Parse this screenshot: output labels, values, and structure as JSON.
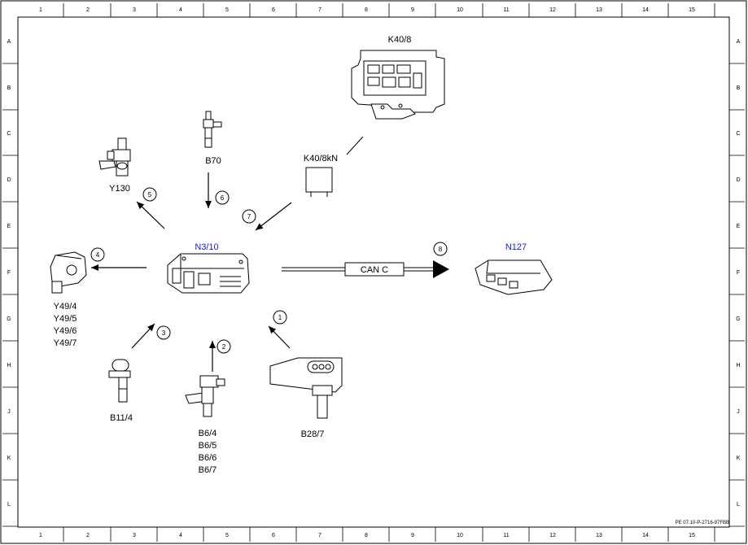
{
  "grid": {
    "columns": [
      "1",
      "2",
      "3",
      "4",
      "5",
      "6",
      "7",
      "8",
      "9",
      "10",
      "11",
      "12",
      "13",
      "14",
      "15"
    ],
    "rows": [
      "A",
      "B",
      "C",
      "D",
      "E",
      "F",
      "G",
      "H",
      "J",
      "K",
      "L"
    ]
  },
  "components": {
    "ecu": "N3/10",
    "gateway": "N127",
    "relay_module": "K40/8",
    "relay": "K40/8kN",
    "sensor_b70": "B70",
    "valve_y130": "Y130",
    "actuators_y49": [
      "Y49/4",
      "Y49/5",
      "Y49/6",
      "Y49/7"
    ],
    "sensor_b11": "B11/4",
    "sensors_b6": [
      "B6/4",
      "B6/5",
      "B6/6",
      "B6/7"
    ],
    "sensor_b28": "B28/7"
  },
  "bus_label": "CAN C",
  "signal_numbers": [
    "1",
    "2",
    "3",
    "4",
    "5",
    "6",
    "7",
    "8"
  ],
  "footer_code": "PE 07.10-P-2716-97FBB",
  "colors": {
    "line": "#000000",
    "highlight_label": "#1a1acc"
  }
}
